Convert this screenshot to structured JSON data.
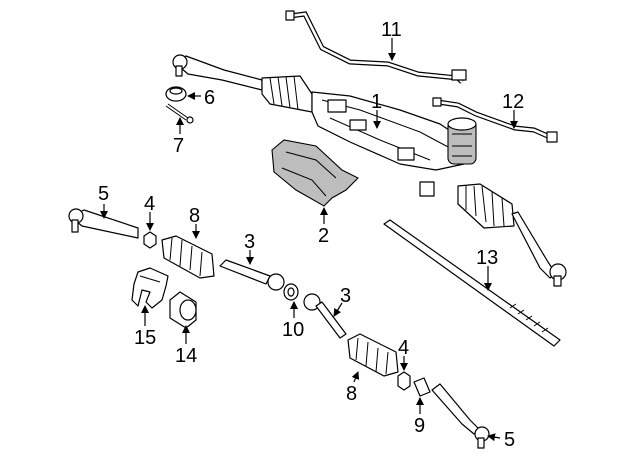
{
  "callouts": {
    "c1": "1",
    "c2": "2",
    "c3a": "3",
    "c3b": "3",
    "c4a": "4",
    "c4b": "4",
    "c5a": "5",
    "c5b": "5",
    "c6": "6",
    "c7": "7",
    "c8a": "8",
    "c8b": "8",
    "c9": "9",
    "c10": "10",
    "c11": "11",
    "c12": "12",
    "c13": "13",
    "c14": "14",
    "c15": "15"
  },
  "colors": {
    "line": "#000000",
    "shade": "#bdbdbd",
    "background": "#ffffff"
  }
}
